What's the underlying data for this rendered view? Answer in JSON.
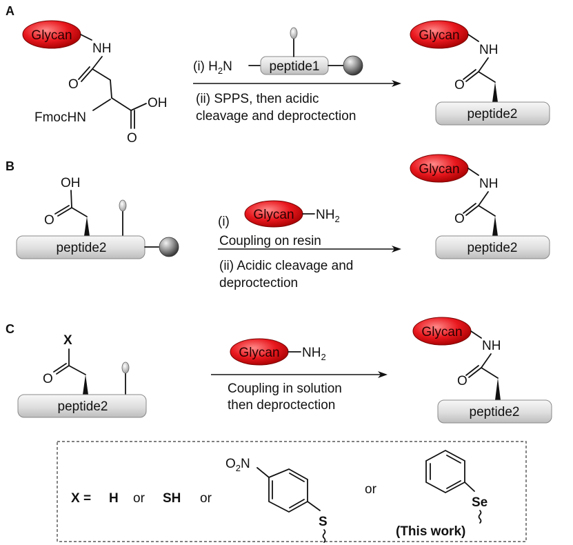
{
  "panels": {
    "a": "A",
    "b": "B",
    "c": "C"
  },
  "glycan_label": "Glycan",
  "atoms": {
    "nh": "NH",
    "o": "O",
    "oh": "OH",
    "fmochn": "FmocHN",
    "h2n": "H",
    "h2n_n": "N",
    "nh2_n": "NH",
    "sub2": "2",
    "s": "S",
    "se": "Se",
    "no2_o": "O",
    "no2_n": "N"
  },
  "peptide1": "peptide1",
  "peptide2": "peptide2",
  "panel_a": {
    "cond1_prefix": "(i) H",
    "cond2_line1": "(ii) SPPS, then acidic",
    "cond2_line2": "cleavage and deproctection"
  },
  "panel_b": {
    "cond1_prefix": "(i)",
    "cond1_line2": "Coupling on resin",
    "cond2_line1": "(ii) Acidic cleavage and",
    "cond2_line2": "deproctection"
  },
  "panel_c": {
    "x_label": "X",
    "cond_line1": "Coupling in solution",
    "cond_line2": "then deproctection"
  },
  "legend": {
    "x_eq": "X =",
    "h": "H",
    "or1": "or",
    "sh": "SH",
    "or2": "or",
    "or3": "or",
    "paren_open": "(",
    "this_work": "This work",
    "paren_close": ")"
  },
  "colors": {
    "glycan": "#e8181e",
    "peptide": "#d6d6d6",
    "bead": "#8a8a8a"
  }
}
